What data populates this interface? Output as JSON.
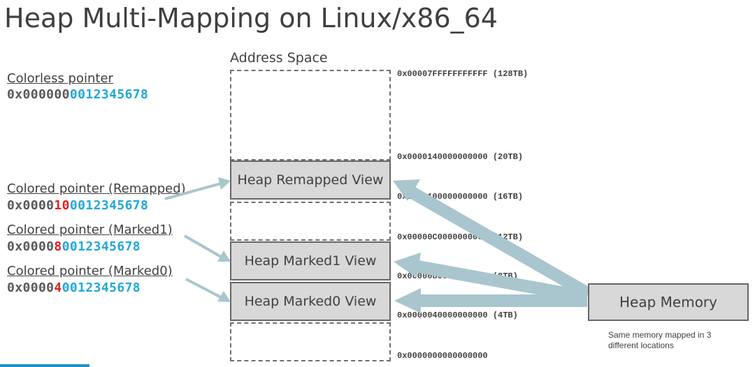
{
  "title": "Heap Multi-Mapping on Linux/x86_64",
  "address_space_label": "Address Space",
  "pointers": [
    {
      "label": "Colorless pointer",
      "prefix": "0x000000",
      "color_bits": "",
      "suffix": "0012345678"
    },
    {
      "label": "Colored pointer (Remapped)",
      "prefix": "0x0000",
      "color_bits": "10",
      "suffix": "0012345678"
    },
    {
      "label": "Colored pointer (Marked1)",
      "prefix": "0x0000",
      "color_bits": "8",
      "suffix": "0012345678"
    },
    {
      "label": "Colored pointer (Marked0)",
      "prefix": "0x0000",
      "color_bits": "4",
      "suffix": "0012345678"
    }
  ],
  "views": {
    "remapped": "Heap Remapped View",
    "marked1": "Heap Marked1 View",
    "marked0": "Heap Marked0 View"
  },
  "addresses": [
    "0x00007FFFFFFFFFFF (128TB)",
    "0x0000140000000000 (20TB)",
    "0x0000100000000000 (16TB)",
    "0x00000C0000000000 (12TB)",
    "0x0000080000000000 (8TB)",
    "0x0000040000000000 (4TB)",
    "0x0000000000000000"
  ],
  "heap_memory": {
    "label": "Heap Memory",
    "note": "Same memory mapped in 3 different locations"
  },
  "colors": {
    "arrow": "#a9c5cd",
    "color_bits": "#e02020",
    "address_bits": "#1fa8dc",
    "box_fill": "#d8d8d8"
  }
}
